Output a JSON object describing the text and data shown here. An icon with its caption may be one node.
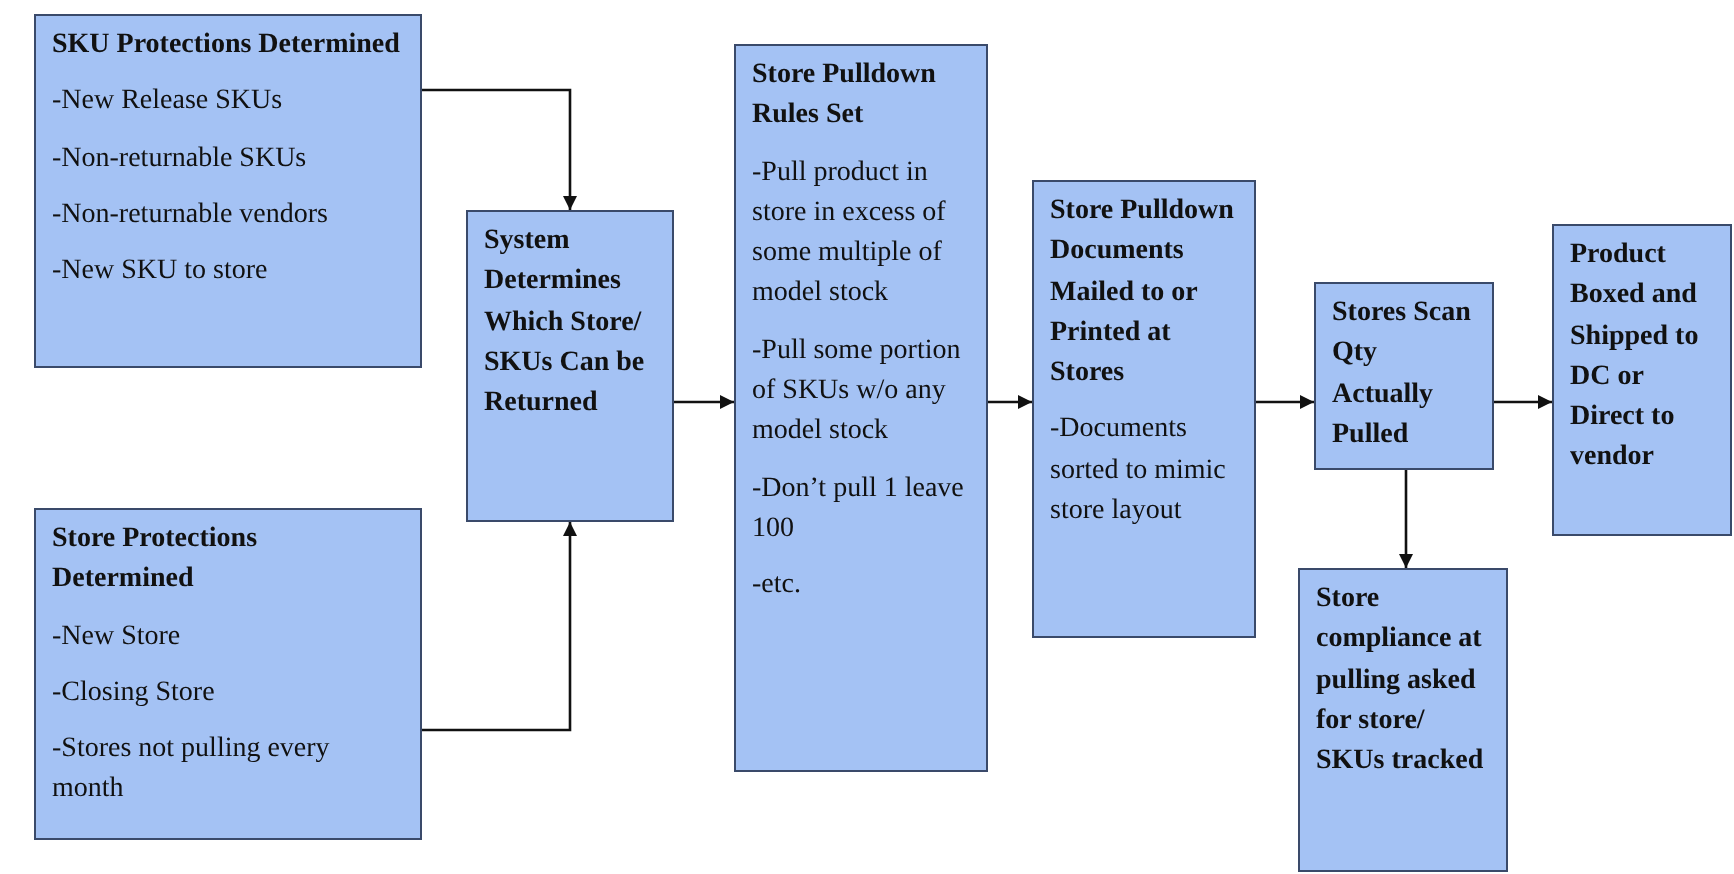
{
  "diagram": {
    "nodes": [
      {
        "text": [
          "SKU Protections Determined",
          "-New Release SKUs",
          "-Non-returnable SKUs",
          "-Non-returnable vendors",
          "-New SKU to store"
        ]
      },
      {
        "text": [
          "Store Protections Determined",
          "-New Store",
          "-Closing Store",
          "-Stores not pulling every month"
        ]
      },
      {
        "text": [
          "System Determines Which Store/ SKUs Can be Returned"
        ]
      },
      {
        "text": [
          "Store Pulldown Rules Set",
          "-Pull product in store in excess of some multiple of model stock",
          "-Pull some portion of SKUs w/o any model stock",
          "-Don’t pull 1 leave 100",
          "-etc."
        ]
      },
      {
        "text": [
          "Store Pulldown Documents Mailed to or Printed at Stores",
          "-Documents sorted to mimic store layout"
        ]
      },
      {
        "text": [
          "Stores Scan Qty Actually Pulled"
        ]
      },
      {
        "text": [
          "Product Boxed and Shipped to DC or Direct to vendor"
        ]
      },
      {
        "text": [
          "Store compliance at pulling asked for store/ SKUs tracked"
        ]
      }
    ],
    "edges": [
      {
        "from": 0,
        "to": 2,
        "arrow": "to"
      },
      {
        "from": 1,
        "to": 2,
        "arrow": "to"
      },
      {
        "from": 2,
        "to": 3,
        "arrow": "to"
      },
      {
        "from": 3,
        "to": 4,
        "arrow": "to"
      },
      {
        "from": 4,
        "to": 5,
        "arrow": "to"
      },
      {
        "from": 5,
        "to": 6,
        "arrow": "to"
      },
      {
        "from": 5,
        "to": 7,
        "arrow": "to"
      }
    ]
  }
}
